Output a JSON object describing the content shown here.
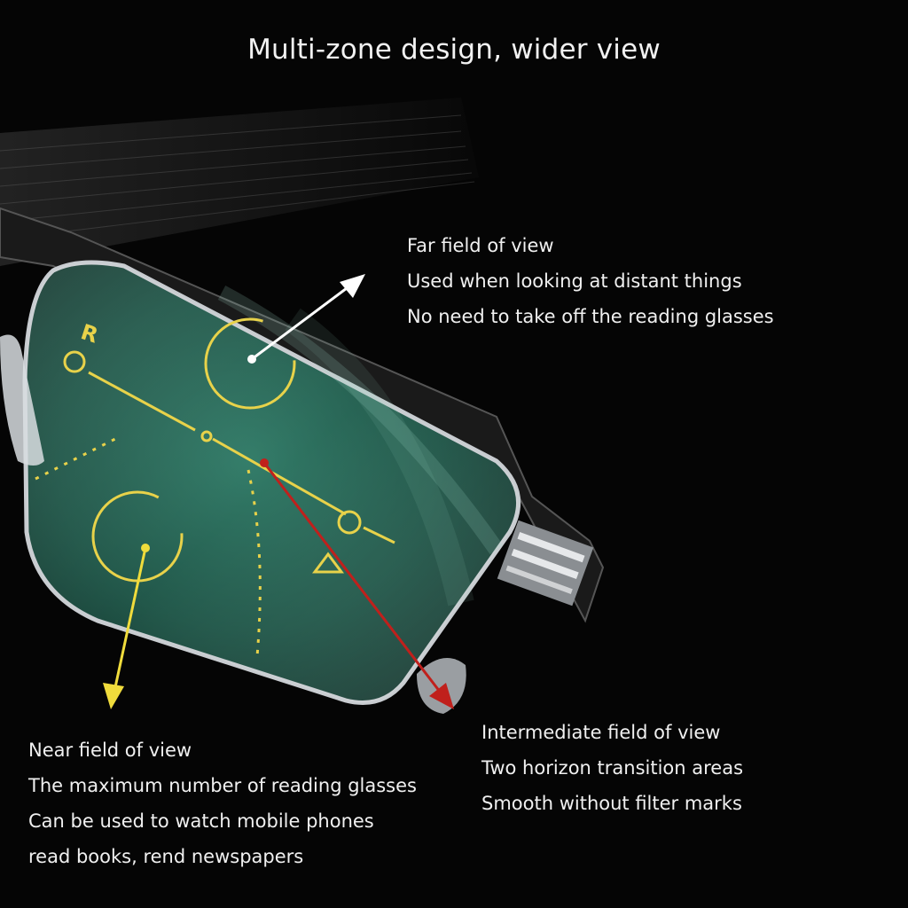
{
  "title": "Multi-zone design, wider view",
  "zones": {
    "far": {
      "lines": [
        "Far field of view",
        "Used when looking at distant things",
        "No need to take off the reading glasses"
      ]
    },
    "near": {
      "lines": [
        "Near field of view",
        "The maximum number of reading glasses",
        "Can be used to watch mobile phones",
        "read books, rend newspapers"
      ]
    },
    "intermediate": {
      "lines": [
        "Intermediate field of view",
        "Two horizon transition areas",
        "Smooth without filter marks"
      ]
    }
  },
  "lens_mark": "R",
  "colors": {
    "background": "#050505",
    "lens": "#1f5a4c",
    "frame": "#c8ccd0",
    "marking": "#e8d24a",
    "far_arrow": "#ffffff",
    "near_arrow": "#f0dc3c",
    "intermediate_arrow": "#c0201c"
  }
}
